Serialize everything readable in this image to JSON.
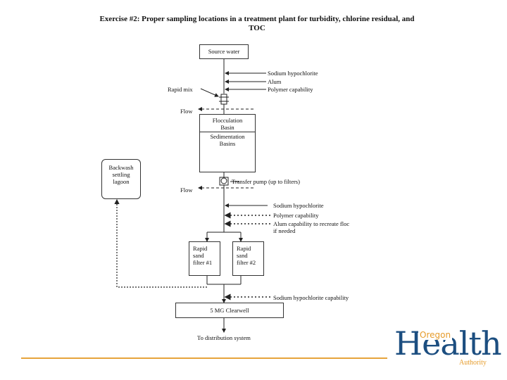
{
  "title": {
    "line1": "Exercise #2: Proper sampling locations in a treatment plant for turbidity, chlorine residual, and",
    "line2": "TOC"
  },
  "diagram": {
    "source_water": "Source water",
    "chem1": [
      "Sodium hypochlorite",
      "Alum",
      "Polymer capability"
    ],
    "rapid_mix": "Rapid mix",
    "flow1": "Flow",
    "basin": [
      "Flocculation",
      "Basin",
      "Sedimentation",
      "Basins"
    ],
    "backwash": [
      "Backwash",
      "settling",
      "lagoon"
    ],
    "transfer_pump": "Transfer pump (up to filters)",
    "flow2": "Flow",
    "chem2": [
      "Sodium hypochlorite",
      "Polymer capability",
      "Alum capability to recreate floc",
      "if needed"
    ],
    "filter1": [
      "Rapid",
      "sand",
      "filter #1"
    ],
    "filter2": [
      "Rapid",
      "sand",
      "filter #2"
    ],
    "chem3": "Sodium hypochlorite capability",
    "clearwell": "5 MG Clearwell",
    "distribution": "To distribution system"
  },
  "logo": {
    "oregon": "Oregon",
    "health": "Health",
    "authority": "Authority"
  },
  "colors": {
    "logo_blue": "#1c4e80",
    "logo_orange": "#e69b2a",
    "rule": "#e6a43c"
  }
}
